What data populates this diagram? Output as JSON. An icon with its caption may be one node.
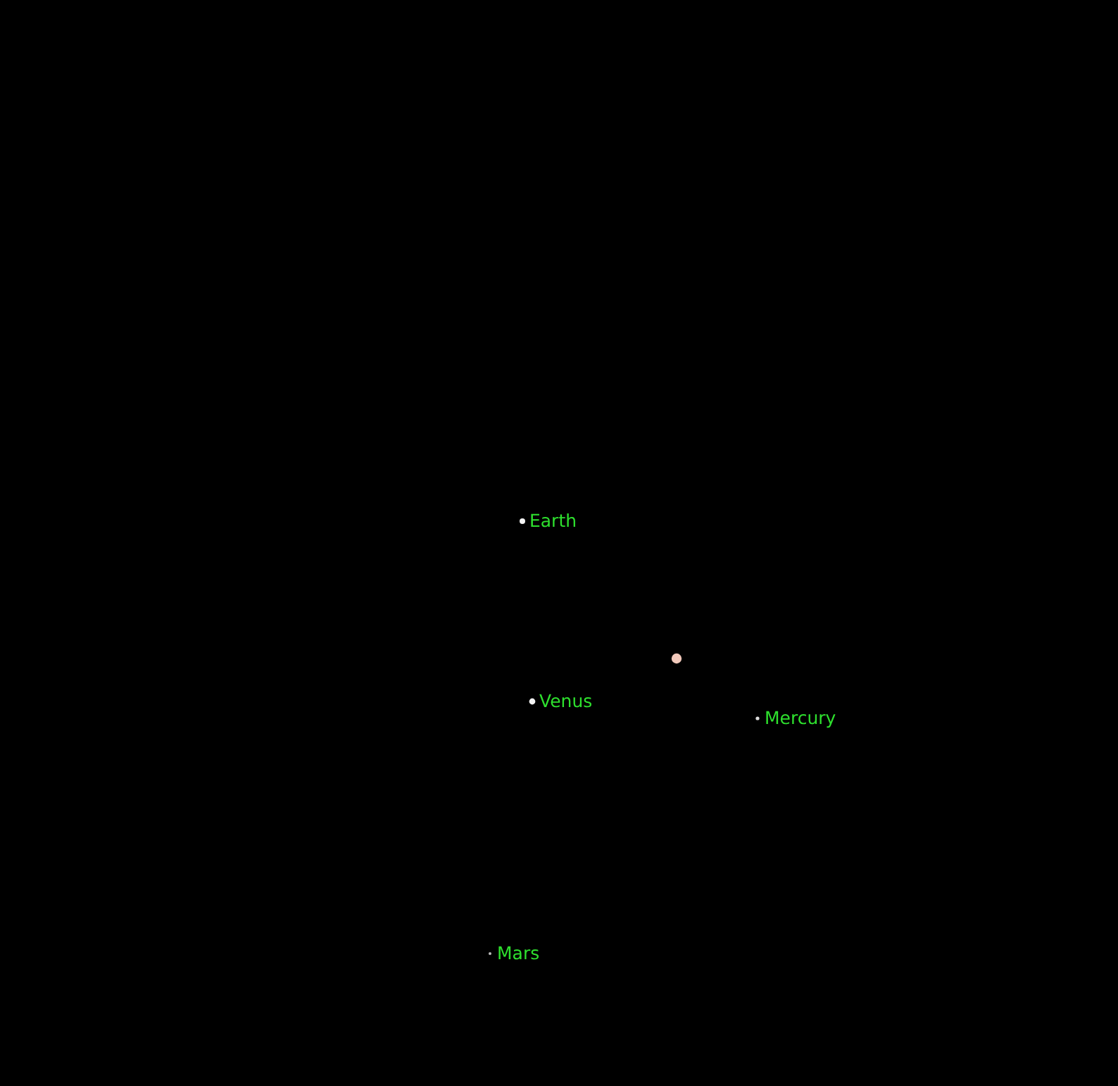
{
  "diagram": {
    "labels": [
      "Earth",
      "Venus",
      "Mercury",
      "Mars"
    ]
  }
}
